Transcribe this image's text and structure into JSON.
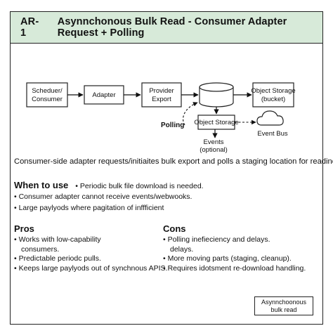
{
  "header": {
    "id": "AR-1",
    "title": "Asynnchonous Bulk Read - Consumer Adapter Request + Polling"
  },
  "diagram": {
    "nodes": {
      "scheduler": [
        "Scheduer/",
        "Consumer"
      ],
      "adapter": [
        "Adapter"
      ],
      "provider": [
        "Provider",
        "Export"
      ],
      "object_storage_bucket": [
        "Object Storage",
        "(bucket)"
      ],
      "object_storage": [
        "Object Storage"
      ],
      "events": [
        "Events",
        "(optional)"
      ],
      "event_bus": [
        "Event Bus"
      ]
    },
    "polling_label": "Polling"
  },
  "description": "Consumer-side adapter requests/initiaites bulk export and polls a staging location for readiness",
  "when_to_use": {
    "title": "When to use",
    "lead": "• Periodic bulk file download is needed.",
    "items": [
      "Consumer adapter cannot receive events/webwooks.",
      "Large paylyods where pagitation of inffficient"
    ]
  },
  "pros": {
    "title": "Pros",
    "items": [
      [
        "Works with low-capability",
        "consumers."
      ],
      [
        "Predictable periodc pulls."
      ],
      [
        "Keeps large paylyods out of synchnous APIS."
      ]
    ]
  },
  "cons": {
    "title": "Cons",
    "items": [
      [
        "Polling inefieciency and delays.",
        "delays."
      ],
      [
        "More moving parts (staging, cleanup)."
      ],
      [
        "Requires idotsment re-download handling."
      ]
    ]
  },
  "tag": [
    "Asynnchoonous",
    "bulk read"
  ]
}
